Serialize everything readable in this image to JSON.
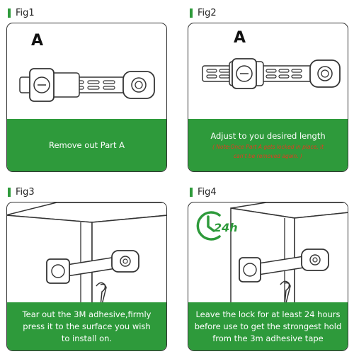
{
  "figures": [
    {
      "label": "Fig1",
      "marker": "A",
      "caption": "Remove out Part A",
      "note": ""
    },
    {
      "label": "Fig2",
      "marker": "A",
      "caption": "Adjust to you desired length",
      "note": "( Note:Once Part A gets locked in place, it can't be removed again. )"
    },
    {
      "label": "Fig3",
      "caption_lines": [
        "Tear out the 3M adhesive,firmly",
        "press it to the surface you wish",
        "to install on."
      ]
    },
    {
      "label": "Fig4",
      "badge": "24h",
      "caption_lines": [
        "Leave the lock for at least 24 hours",
        "before use to get the strongest hold",
        "from the 3m adhesive tape"
      ]
    }
  ],
  "colors": {
    "accent": "#2e9a3b",
    "note": "#e53a1f",
    "outline": "#333333"
  },
  "icons": [
    "clock-icon"
  ]
}
